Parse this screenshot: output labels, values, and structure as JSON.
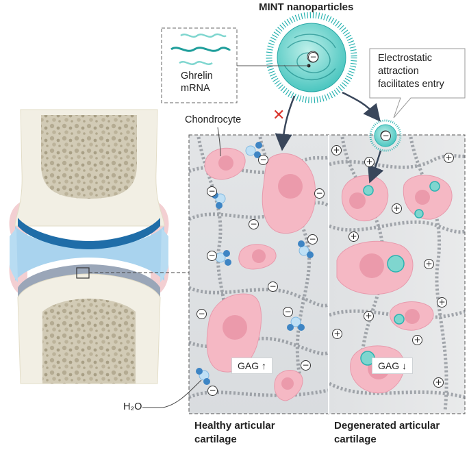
{
  "title": "MINT nanoparticles",
  "labels": {
    "ghrelin": "Ghrelin",
    "mrna": "mRNA",
    "electrostatic_1": "Electrostatic",
    "electrostatic_2": "attraction",
    "electrostatic_3": "facilitates entry",
    "chondrocyte": "Chondrocyte",
    "gag_up": "GAG ↑",
    "gag_down": "GAG ↓",
    "water": "H₂O",
    "healthy_1": "Healthy articular",
    "healthy_2": "cartilage",
    "degenerated_1": "Degenerated articular",
    "degenerated_2": "cartilage"
  },
  "symbols": {
    "minus": "−",
    "plus": "+",
    "blocked": "✕"
  },
  "colors": {
    "teal": "#2bb3b1",
    "cell_pink": "#f5b8c4",
    "nucleus": "#eb9aab",
    "bone": "#f2efe4",
    "joint_blue": "#a9d3ee",
    "cartilage_dark": "#1f6da8",
    "arrow": "#39465a",
    "block_red": "#d9362e",
    "ion_blue": "#3e85c4",
    "ion_light": "#bfe0f5"
  }
}
